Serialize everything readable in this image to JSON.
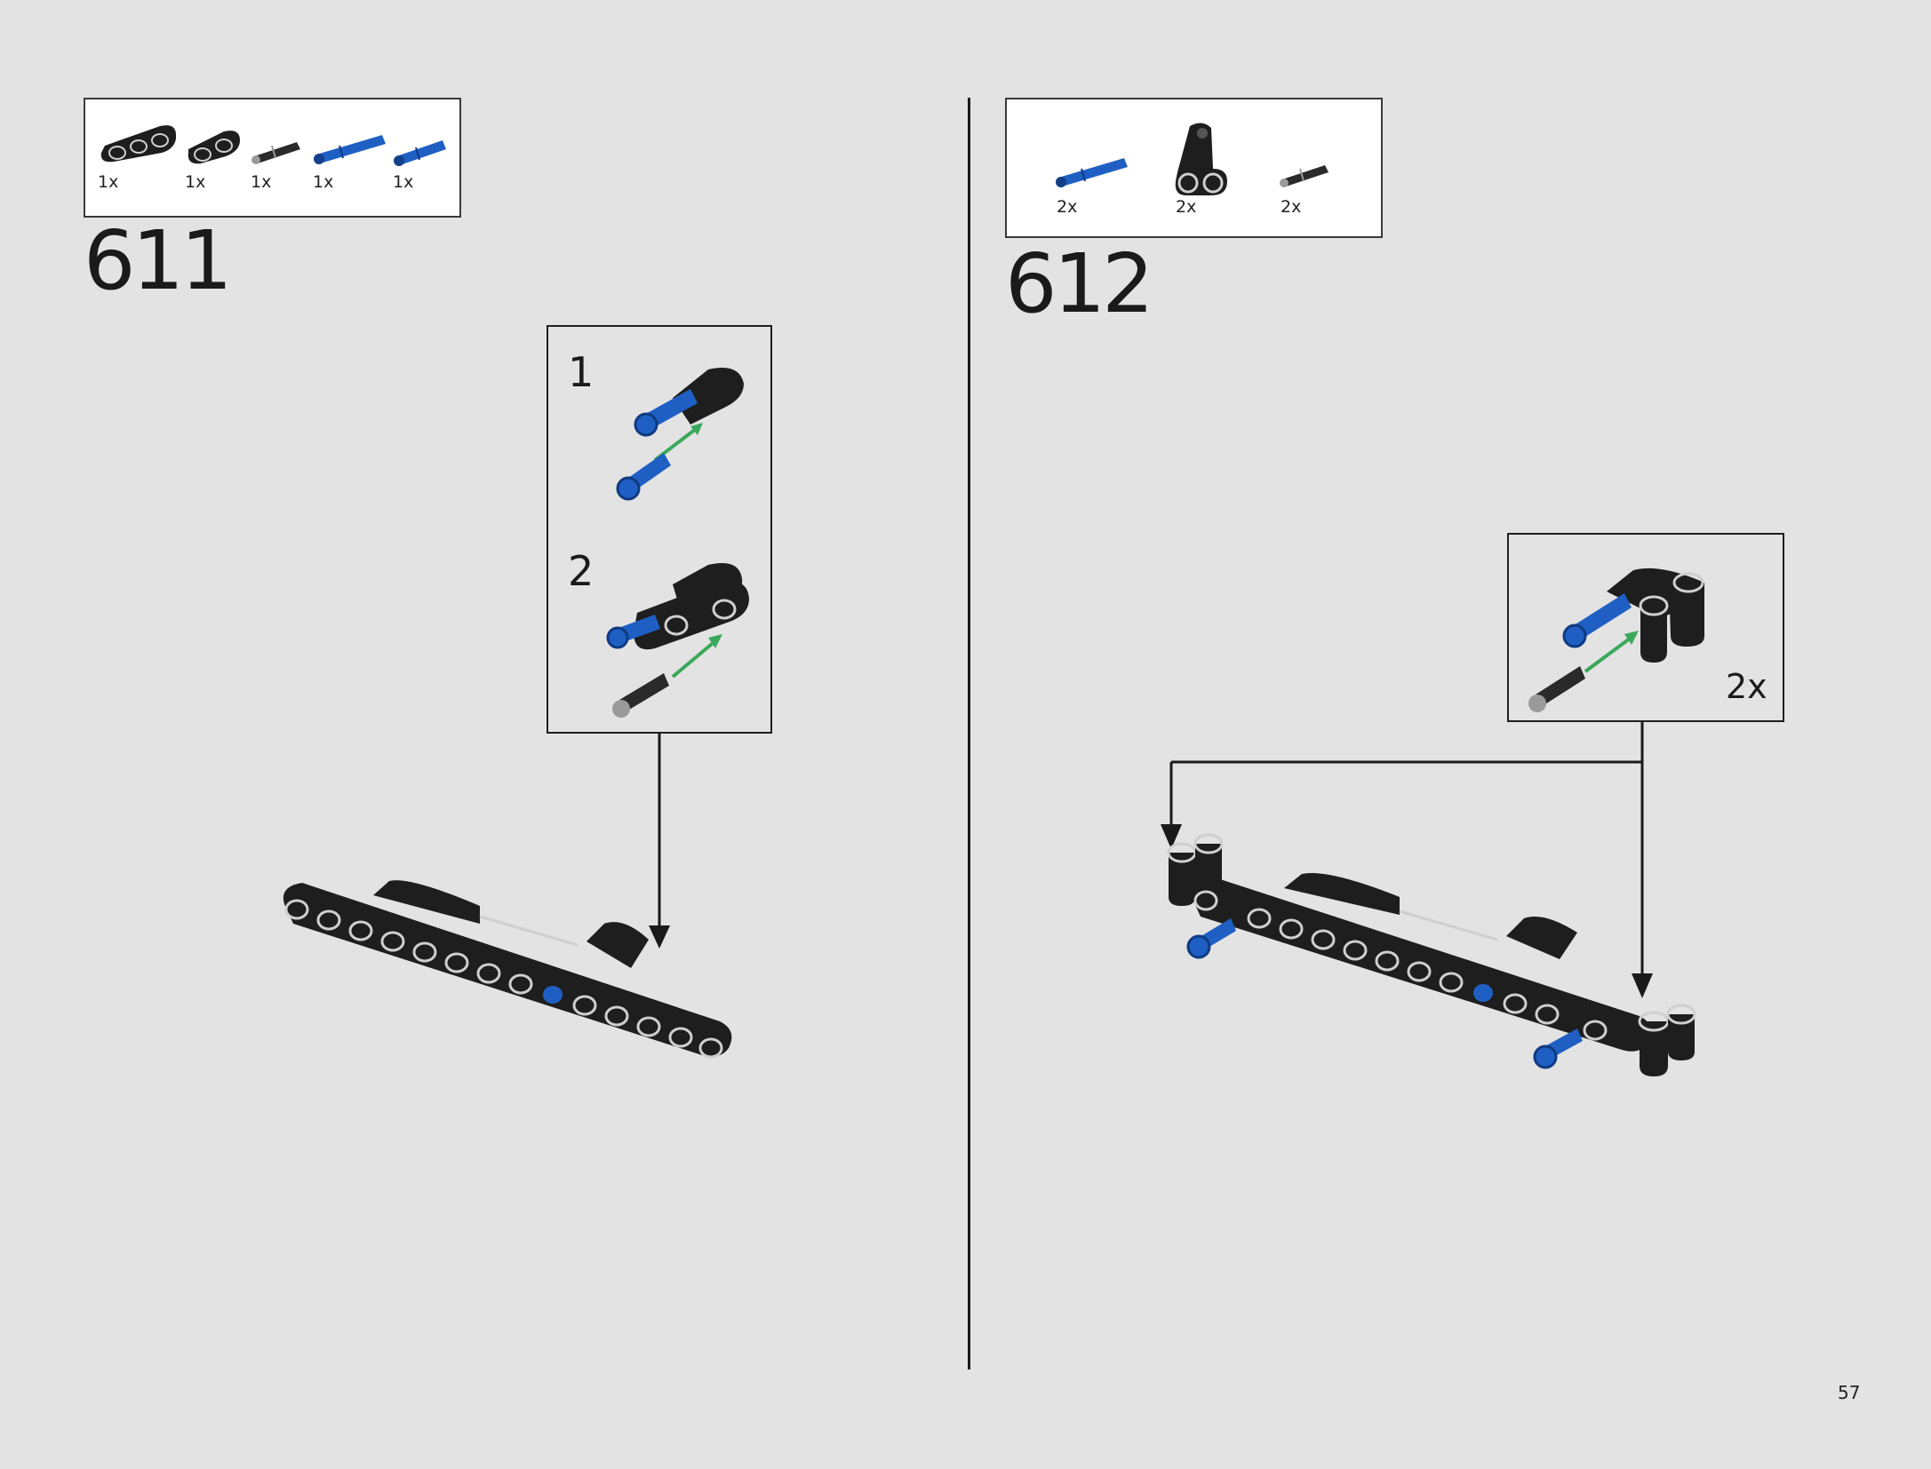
{
  "page": {
    "number": "57"
  },
  "colors": {
    "background": "#e3e3e3",
    "part_black": "#1e1e1e",
    "part_blue": "#1f5fc4",
    "part_gray": "#9a9a9a",
    "arrow_green": "#3aa85a",
    "line": "#1a1a1a"
  },
  "step_611": {
    "number": "611",
    "parts": [
      {
        "icon": "black-liftarm-3-icon",
        "qty": "1x"
      },
      {
        "icon": "black-liftarm-2-icon",
        "qty": "1x"
      },
      {
        "icon": "black-pin-icon",
        "qty": "1x"
      },
      {
        "icon": "blue-axle-pin-long-icon",
        "qty": "1x"
      },
      {
        "icon": "blue-axle-pin-icon",
        "qty": "1x"
      }
    ],
    "substeps": [
      {
        "number": "1"
      },
      {
        "number": "2"
      }
    ]
  },
  "step_612": {
    "number": "612",
    "parts": [
      {
        "icon": "blue-axle-pin-long-icon",
        "qty": "2x"
      },
      {
        "icon": "black-bent-connector-icon",
        "qty": "2x"
      },
      {
        "icon": "black-pin-icon",
        "qty": "2x"
      }
    ],
    "callout_multiplier": "2x"
  }
}
